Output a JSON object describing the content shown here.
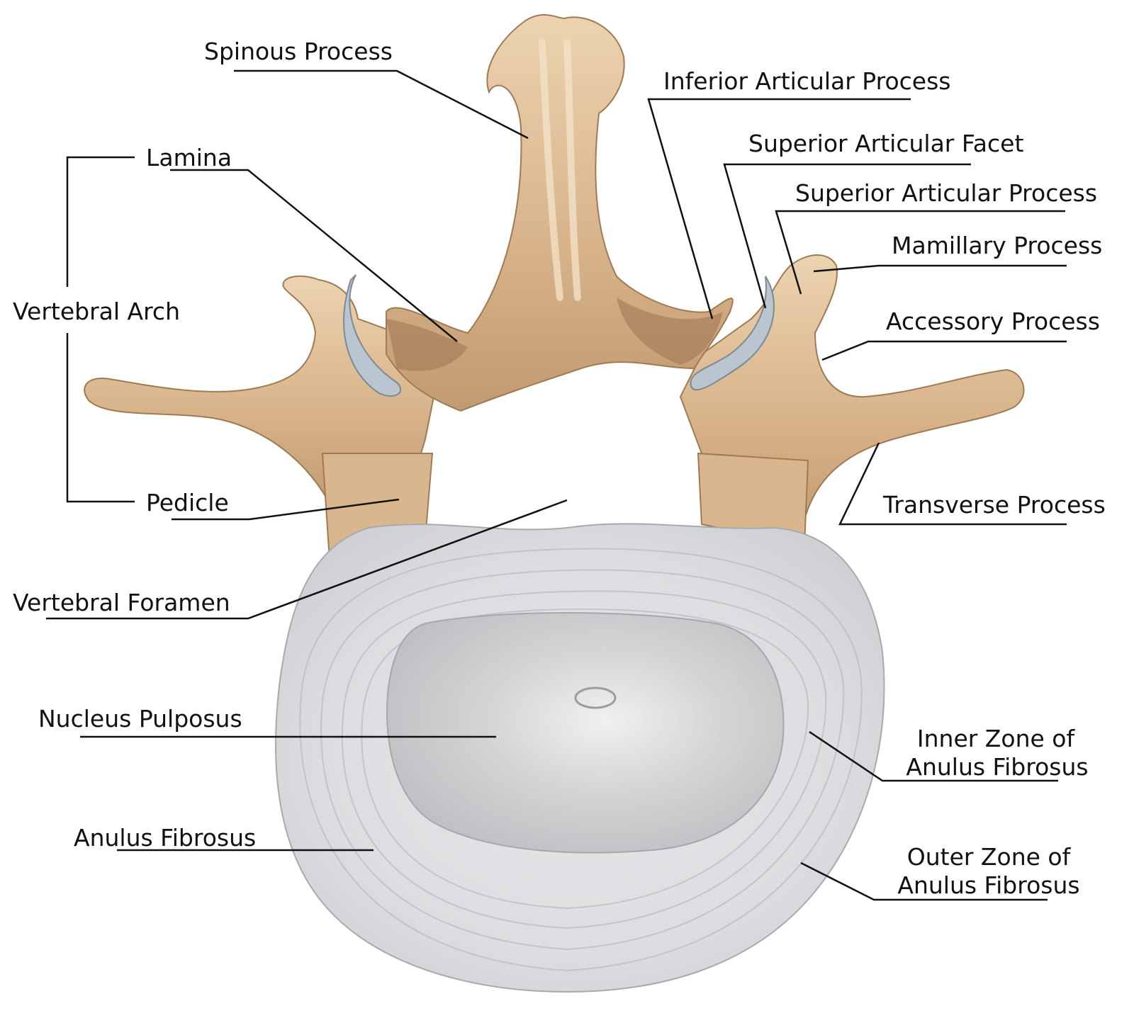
{
  "labels": {
    "spinous_process": "Spinous Process",
    "inferior_articular_process": "Inferior Articular Process",
    "superior_articular_facet": "Superior Articular Facet",
    "superior_articular_process": "Superior Articular Process",
    "mamillary_process": "Mamillary Process",
    "accessory_process": "Accessory Process",
    "transverse_process": "Transverse Process",
    "lamina": "Lamina",
    "vertebral_arch": "Vertebral Arch",
    "pedicle": "Pedicle",
    "vertebral_foramen": "Vertebral Foramen",
    "nucleus_pulposus": "Nucleus Pulposus",
    "anulus_fibrosus": "Anulus Fibrosus",
    "inner_zone_line1": "Inner Zone of",
    "inner_zone_line2": "Anulus Fibrosus",
    "outer_zone_line1": "Outer Zone of",
    "outer_zone_line2": "Anulus Fibrosus"
  },
  "colors": {
    "bone_light": "#e6c9a3",
    "bone_mid": "#cfa77c",
    "bone_dark": "#8f6743",
    "cartilage": "#b9c6cf",
    "disc_outer": "#dedfe2",
    "disc_inner": "#c9cacc",
    "leader_line": "#111111"
  }
}
